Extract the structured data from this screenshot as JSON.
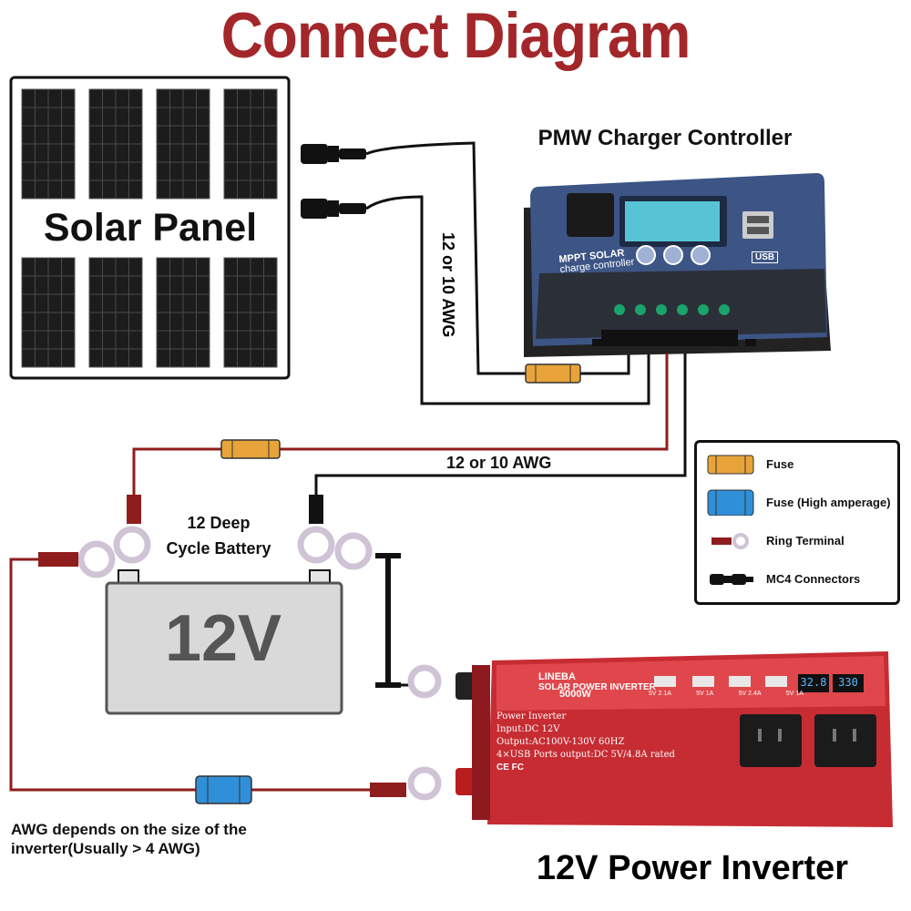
{
  "title": "Connect Diagram",
  "solar_panel": {
    "label": "Solar Panel"
  },
  "controller": {
    "title": "PMW Charger Controller",
    "device_label_line1": "MPPT SOLAR",
    "device_label_line2": "charge controller",
    "usb_label": "USB"
  },
  "wires": {
    "awg_vertical": "12 or 10 AWG",
    "awg_horizontal": "12 or 10 AWG"
  },
  "battery": {
    "label_line1": "12 Deep",
    "label_line2": "Cycle Battery",
    "voltage": "12V"
  },
  "inverter": {
    "brand": "LINEBA",
    "subtitle": "SOLAR POWER INVERTER",
    "model": "5000W",
    "spec_lines": [
      "Power Inverter",
      "Input:DC 12V",
      "Output:AC100V-130V 60HZ",
      "4×USB Ports output:DC 5V/4.8A rated",
      "CE FC"
    ],
    "usb_ports": [
      "5V 2.1A",
      "5V 1A",
      "5V 2.4A",
      "5V 1A"
    ],
    "display_left": "32.8",
    "display_right": "330",
    "title": "12V Power Inverter"
  },
  "note": {
    "line1": "AWG depends on the size of the",
    "line2": "inverter(Usually > 4 AWG)"
  },
  "legend": {
    "items": [
      {
        "icon": "fuse-icon",
        "label": "Fuse",
        "color": "#e8a43a"
      },
      {
        "icon": "high-amp-fuse-icon",
        "label": "Fuse (High amperage)",
        "color": "#2f8fd8"
      },
      {
        "icon": "ring-terminal-icon",
        "label": "Ring Terminal",
        "color": "#8f1d1d"
      },
      {
        "icon": "mc4-connector-icon",
        "label": "MC4 Connectors",
        "color": "#111111"
      }
    ]
  },
  "colors": {
    "title": "#a3272a",
    "positive_wire": "#8f1d1d",
    "negative_wire": "#111111",
    "fuse": "#e8a43a",
    "high_amp_fuse": "#2f8fd8",
    "controller_body": "#3b4f7a",
    "inverter_body": "#d8343a",
    "battery_body": "#d9d9d9"
  }
}
